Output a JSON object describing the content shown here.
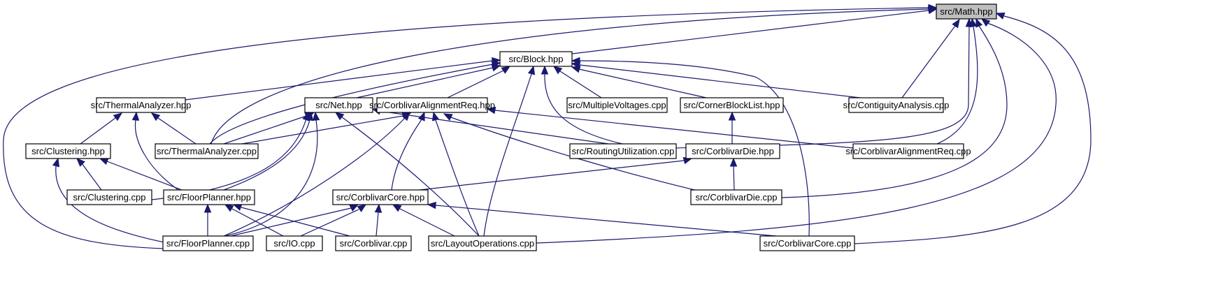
{
  "root": {
    "label": "src/Math.hpp"
  },
  "nodes": {
    "block_hpp": {
      "label": "src/Block.hpp"
    },
    "thermal_analyzer_hpp": {
      "label": "src/ThermalAnalyzer.hpp"
    },
    "net_hpp": {
      "label": "src/Net.hpp"
    },
    "alignment_req_hpp": {
      "label": "src/CorblivarAlignmentReq.hpp"
    },
    "multiple_voltages_cpp": {
      "label": "src/MultipleVoltages.cpp"
    },
    "corner_block_list_hpp": {
      "label": "src/CornerBlockList.hpp"
    },
    "contiguity_analysis_cpp": {
      "label": "src/ContiguityAnalysis.cpp"
    },
    "clustering_hpp": {
      "label": "src/Clustering.hpp"
    },
    "thermal_analyzer_cpp": {
      "label": "src/ThermalAnalyzer.cpp"
    },
    "routing_utilization_cpp": {
      "label": "src/RoutingUtilization.cpp"
    },
    "corblivar_die_hpp": {
      "label": "src/CorblivarDie.hpp"
    },
    "alignment_req_cpp": {
      "label": "src/CorblivarAlignmentReq.cpp"
    },
    "clustering_cpp": {
      "label": "src/Clustering.cpp"
    },
    "floor_planner_hpp": {
      "label": "src/FloorPlanner.hpp"
    },
    "corblivar_core_hpp": {
      "label": "src/CorblivarCore.hpp"
    },
    "corblivar_die_cpp": {
      "label": "src/CorblivarDie.cpp"
    },
    "floor_planner_cpp": {
      "label": "src/FloorPlanner.cpp"
    },
    "io_cpp": {
      "label": "src/IO.cpp"
    },
    "corblivar_cpp": {
      "label": "src/Corblivar.cpp"
    },
    "layout_operations_cpp": {
      "label": "src/LayoutOperations.cpp"
    },
    "corblivar_core_cpp": {
      "label": "src/CorblivarCore.cpp"
    }
  },
  "edges": [
    [
      "block_hpp",
      "root"
    ],
    [
      "thermal_analyzer_cpp",
      "root"
    ],
    [
      "floor_planner_cpp",
      "root"
    ],
    [
      "contiguity_analysis_cpp",
      "root"
    ],
    [
      "routing_utilization_cpp",
      "root"
    ],
    [
      "alignment_req_cpp",
      "root"
    ],
    [
      "corblivar_die_cpp",
      "root"
    ],
    [
      "layout_operations_cpp",
      "root"
    ],
    [
      "corblivar_core_cpp",
      "root"
    ],
    [
      "thermal_analyzer_hpp",
      "block_hpp"
    ],
    [
      "thermal_analyzer_cpp",
      "block_hpp"
    ],
    [
      "net_hpp",
      "block_hpp"
    ],
    [
      "alignment_req_hpp",
      "block_hpp"
    ],
    [
      "multiple_voltages_cpp",
      "block_hpp"
    ],
    [
      "corner_block_list_hpp",
      "block_hpp"
    ],
    [
      "contiguity_analysis_cpp",
      "block_hpp"
    ],
    [
      "routing_utilization_cpp",
      "block_hpp"
    ],
    [
      "layout_operations_cpp",
      "block_hpp"
    ],
    [
      "corblivar_core_cpp",
      "block_hpp"
    ],
    [
      "clustering_hpp",
      "thermal_analyzer_hpp"
    ],
    [
      "thermal_analyzer_cpp",
      "thermal_analyzer_hpp"
    ],
    [
      "floor_planner_hpp",
      "thermal_analyzer_hpp"
    ],
    [
      "thermal_analyzer_cpp",
      "net_hpp"
    ],
    [
      "routing_utilization_cpp",
      "net_hpp"
    ],
    [
      "clustering_cpp",
      "net_hpp"
    ],
    [
      "floor_planner_hpp",
      "net_hpp"
    ],
    [
      "floor_planner_cpp",
      "net_hpp"
    ],
    [
      "layout_operations_cpp",
      "net_hpp"
    ],
    [
      "thermal_analyzer_cpp",
      "alignment_req_hpp"
    ],
    [
      "alignment_req_cpp",
      "alignment_req_hpp"
    ],
    [
      "corblivar_core_hpp",
      "alignment_req_hpp"
    ],
    [
      "floor_planner_cpp",
      "alignment_req_hpp"
    ],
    [
      "layout_operations_cpp",
      "alignment_req_hpp"
    ],
    [
      "corblivar_die_cpp",
      "alignment_req_hpp"
    ],
    [
      "corblivar_die_hpp",
      "corner_block_list_hpp"
    ],
    [
      "corblivar_core_hpp",
      "corblivar_die_hpp"
    ],
    [
      "corblivar_die_cpp",
      "corblivar_die_hpp"
    ],
    [
      "clustering_cpp",
      "clustering_hpp"
    ],
    [
      "floor_planner_hpp",
      "clustering_hpp"
    ],
    [
      "floor_planner_cpp",
      "clustering_hpp"
    ],
    [
      "floor_planner_cpp",
      "floor_planner_hpp"
    ],
    [
      "io_cpp",
      "floor_planner_hpp"
    ],
    [
      "corblivar_cpp",
      "floor_planner_hpp"
    ],
    [
      "floor_planner_cpp",
      "corblivar_core_hpp"
    ],
    [
      "io_cpp",
      "corblivar_core_hpp"
    ],
    [
      "corblivar_cpp",
      "corblivar_core_hpp"
    ],
    [
      "layout_operations_cpp",
      "corblivar_core_hpp"
    ],
    [
      "corblivar_core_cpp",
      "corblivar_core_hpp"
    ]
  ]
}
